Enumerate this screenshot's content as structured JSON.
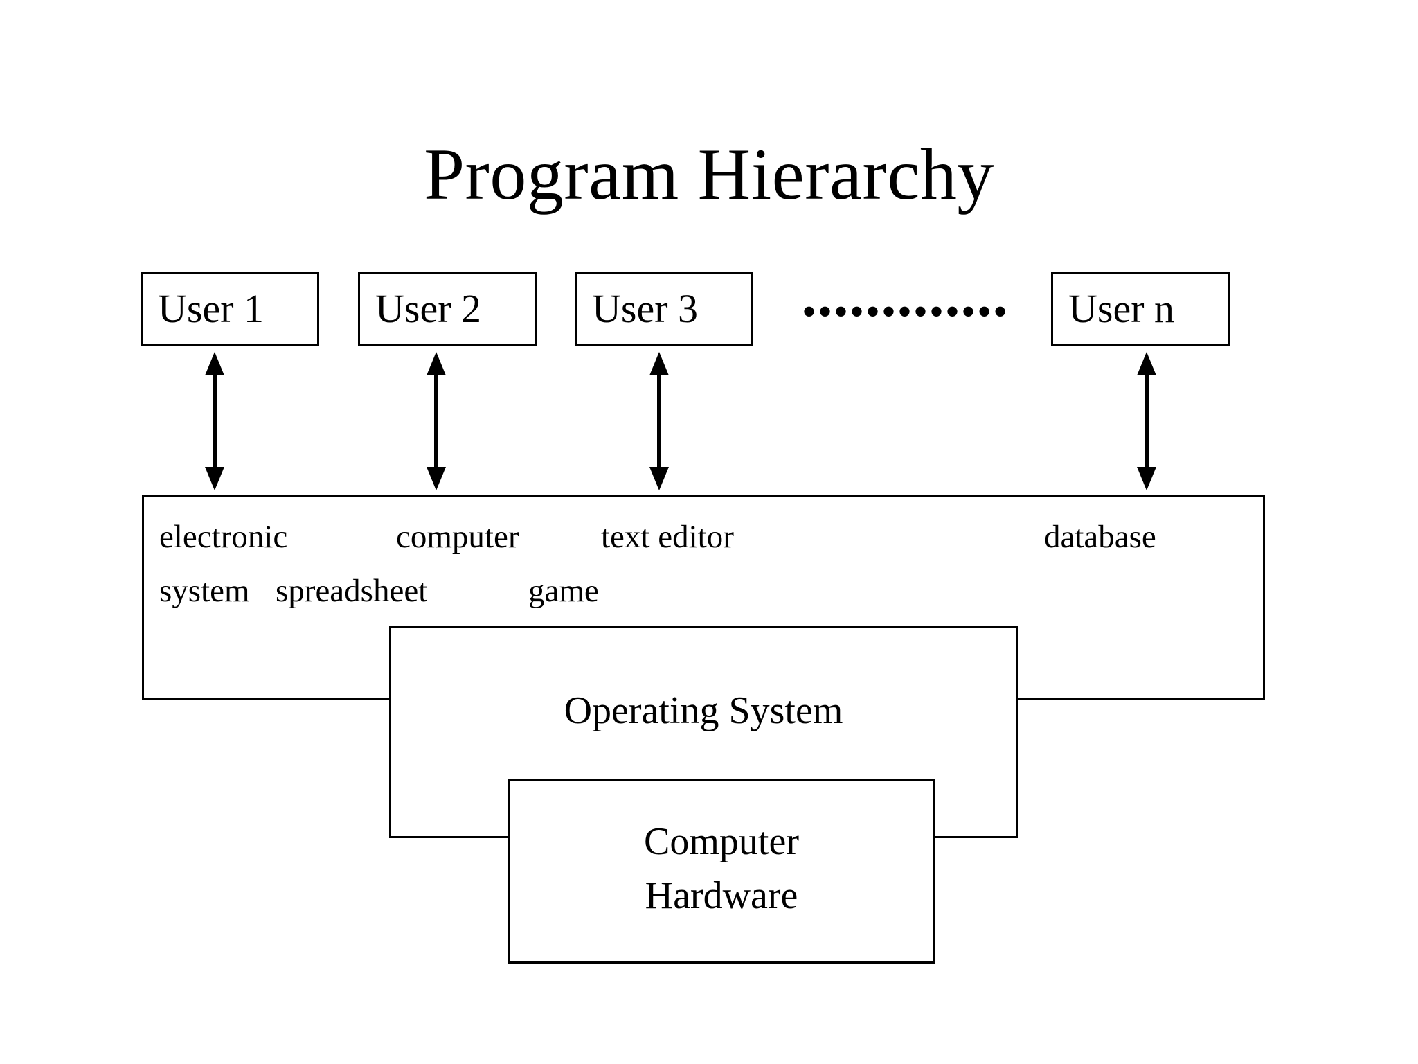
{
  "page": {
    "title": "Program Hierarchy",
    "background_color": "#ffffff",
    "line_color": "#000000",
    "text_color": "#000000"
  },
  "users": [
    {
      "label": "User 1",
      "id": "user-1"
    },
    {
      "label": "User 2",
      "id": "user-2"
    },
    {
      "label": "User 3",
      "id": "user-3"
    },
    {
      "label": "User n",
      "id": "user-n"
    }
  ],
  "ellipsis": "•••••••••••••",
  "arrows": {
    "count": 4,
    "style": "double-headed-vertical",
    "description": "bidirectional arrows connecting each user box to the applications band"
  },
  "applications": {
    "row_1": [
      {
        "label": "electronic"
      },
      {
        "label": "computer"
      },
      {
        "label": "text editor"
      },
      {
        "label": "database"
      }
    ],
    "row_2": [
      {
        "label": "system"
      },
      {
        "label": "spreadsheet"
      },
      {
        "label": "game"
      }
    ]
  },
  "layers": {
    "operating_system": "Operating System",
    "hardware_line_1": "Computer",
    "hardware_line_2": "Hardware"
  }
}
